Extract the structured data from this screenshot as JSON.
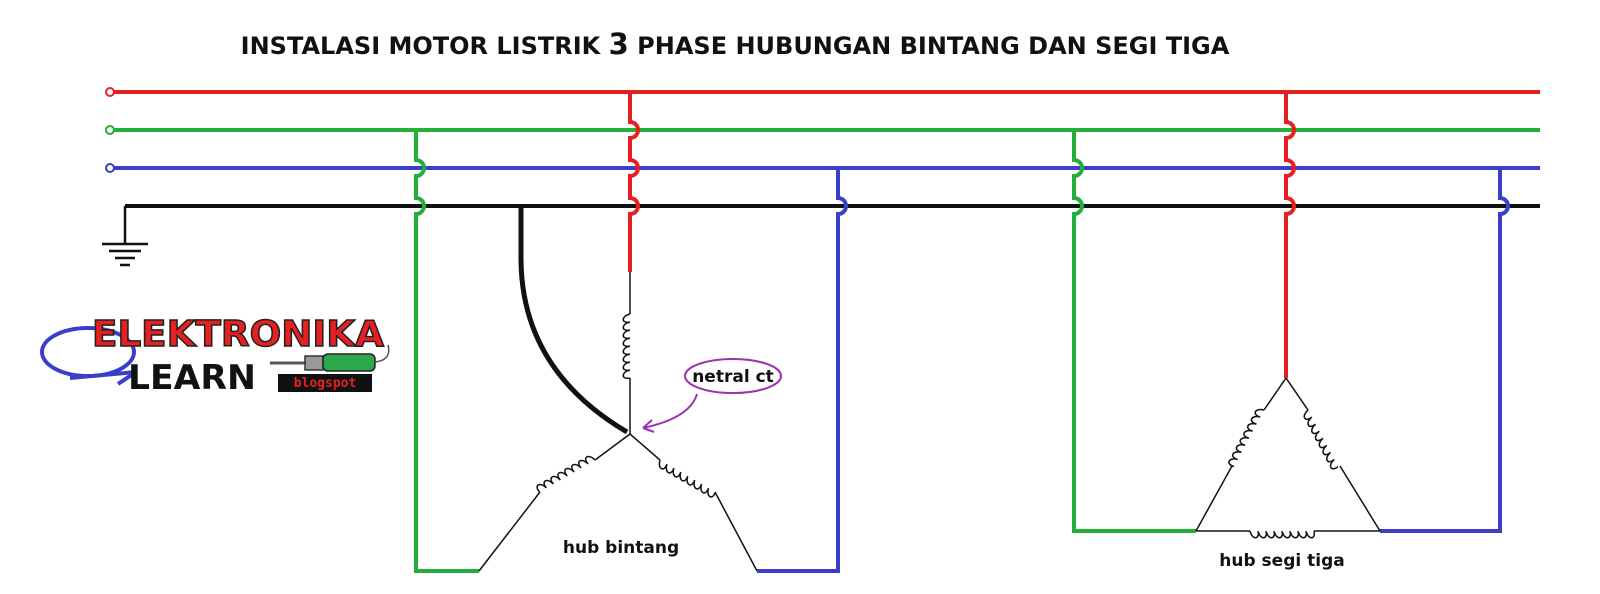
{
  "title": {
    "before": "INSTALASI MOTOR LISTRIK ",
    "number": "3",
    "after": " PHASE HUBUNGAN BINTANG DAN SEGI TIGA"
  },
  "labels": {
    "star": "hub bintang",
    "delta": "hub segi tiga",
    "neutral_callout": "netral ct"
  },
  "logo": {
    "line1": "ELEKTRONIKA",
    "line2": "LEARN",
    "tag": "blogspot"
  },
  "colors": {
    "phase_r": "#e62020",
    "phase_s": "#22b03a",
    "phase_t": "#3a3fc8",
    "neutral": "#111111",
    "callout": "#9b30b0"
  },
  "icons": [
    "ground-symbol-icon",
    "soldering-iron-icon",
    "coil-icon"
  ]
}
